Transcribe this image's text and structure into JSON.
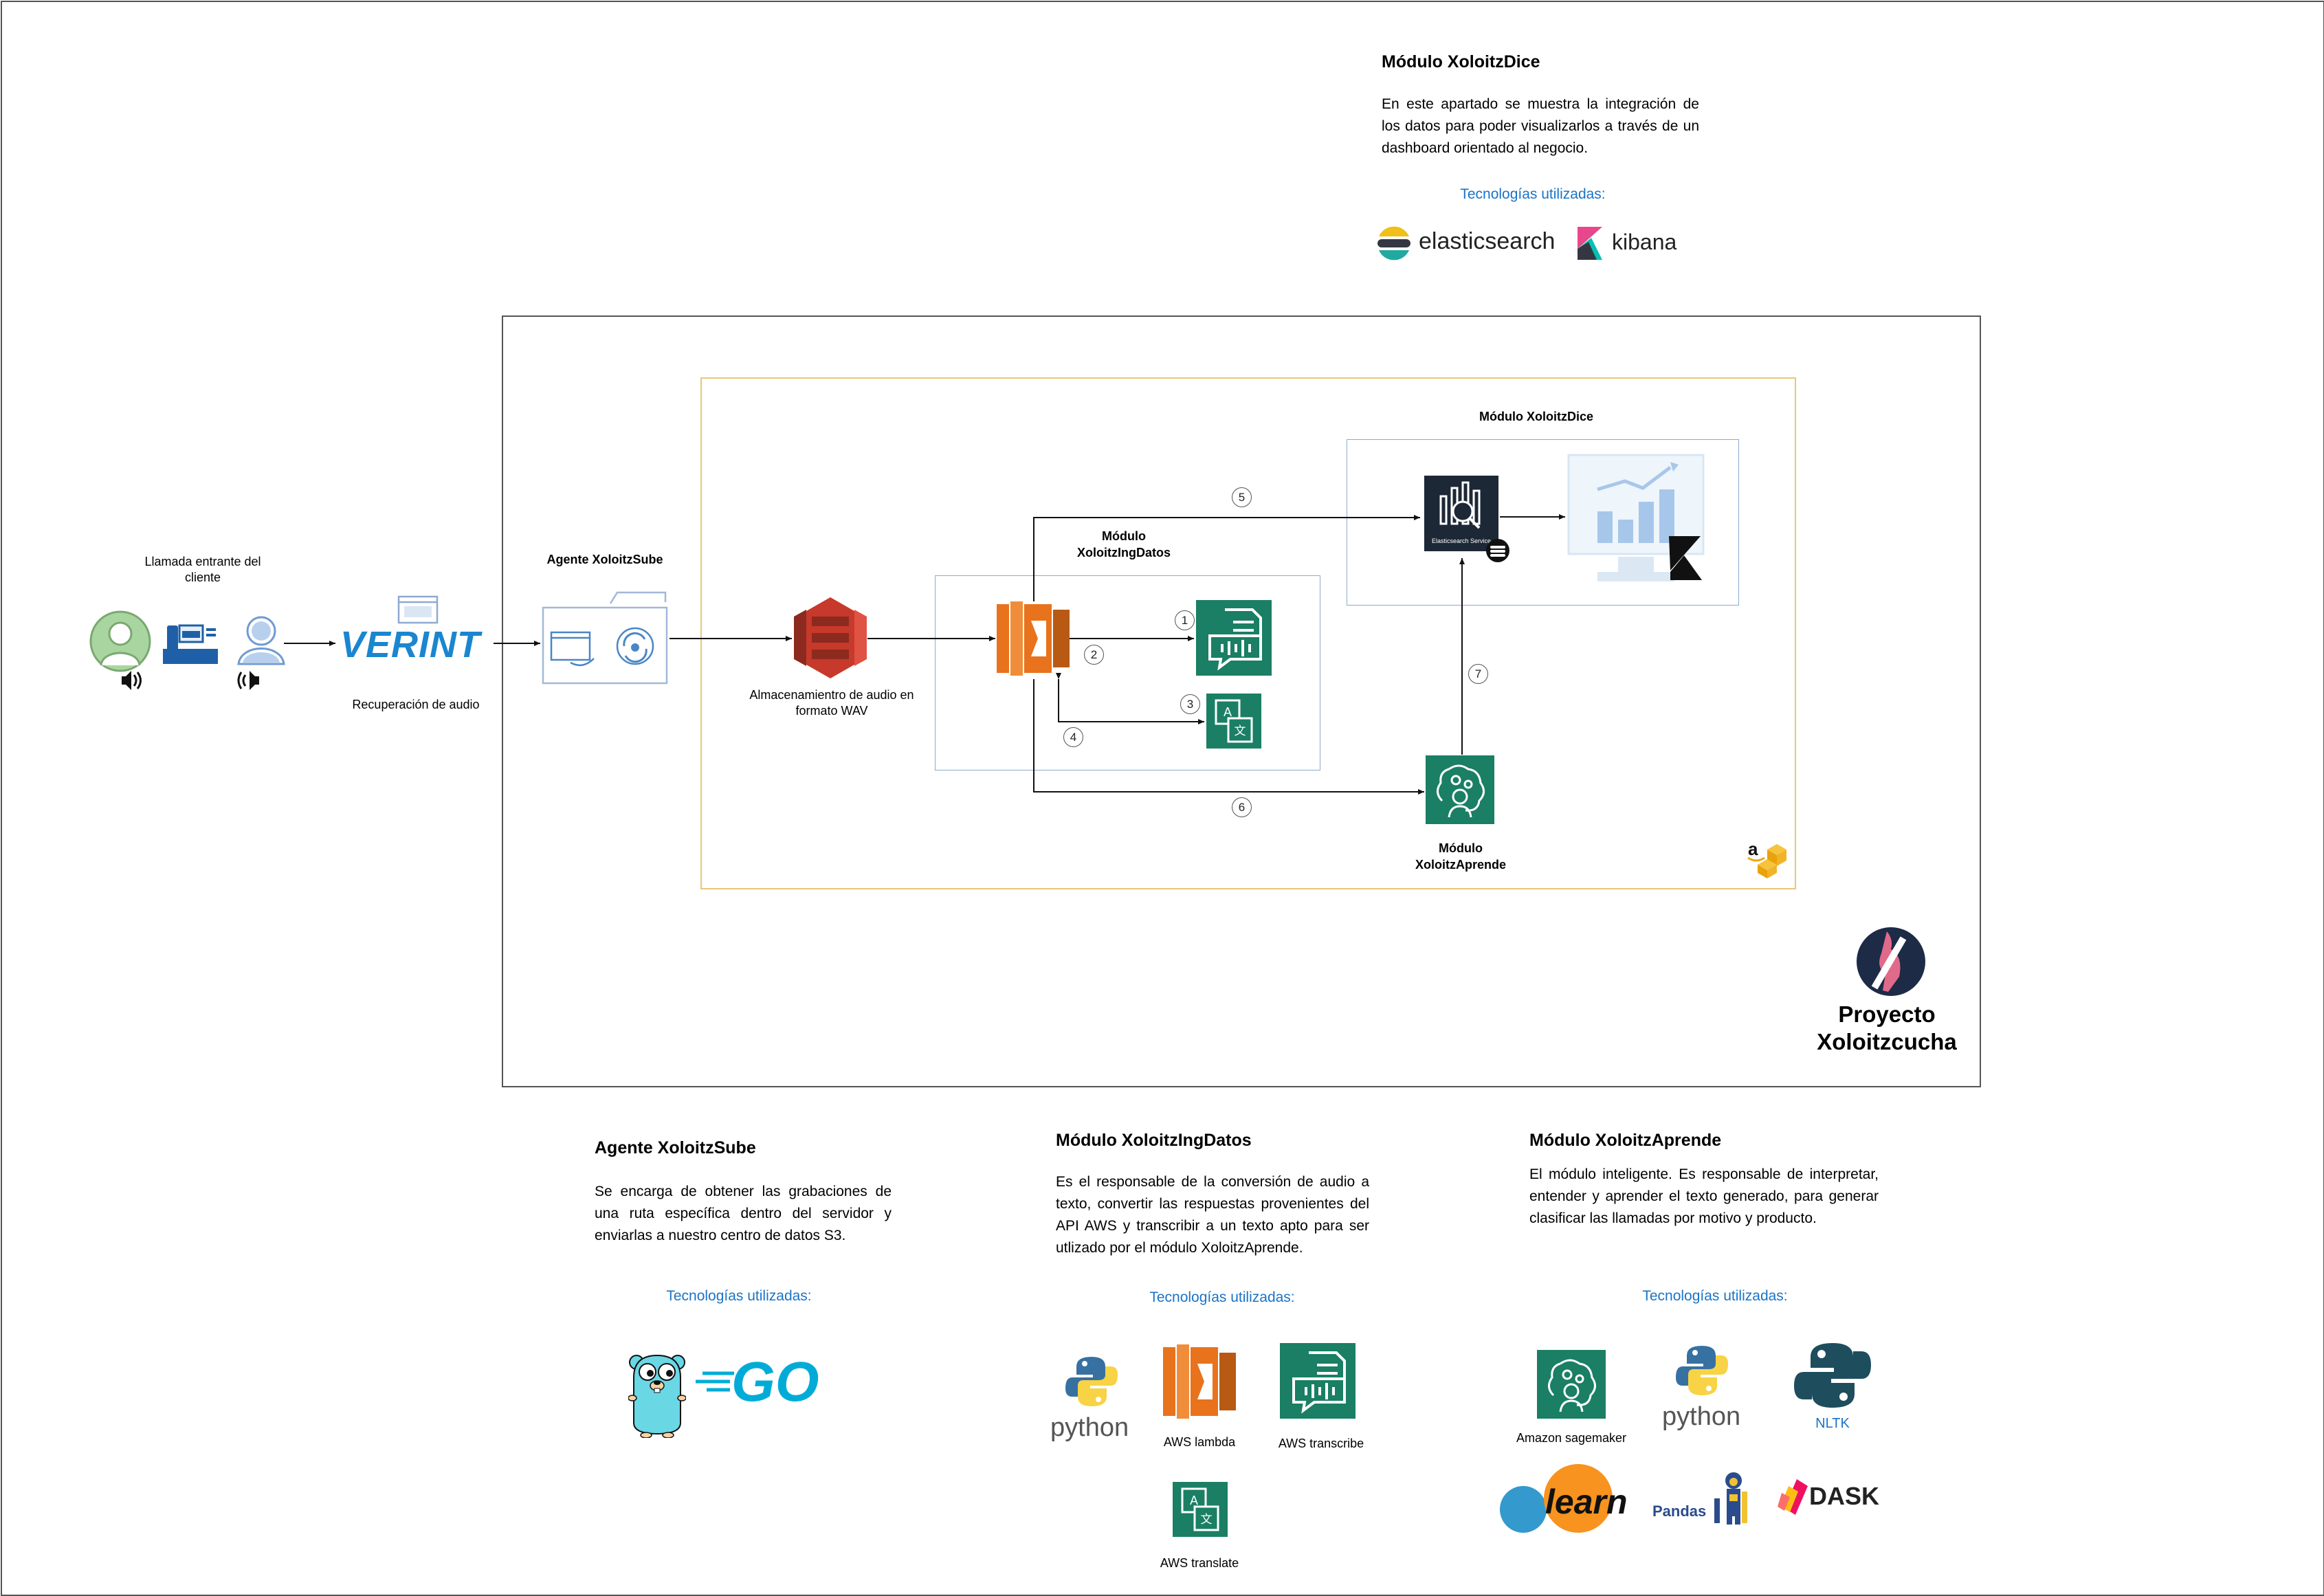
{
  "top_section": {
    "title": "Módulo XoloitzDice",
    "description": "En este apartado se muestra la integración de los datos para poder visualizarlos a través de un dashboard orientado al negocio.",
    "tech_label": "Tecnologías utilizadas:",
    "tech": [
      "elasticsearch",
      "kibana"
    ]
  },
  "diagram": {
    "client_label": "Llamada entrante del cliente",
    "verint_logo": "VERINT",
    "recovery_label": "Recuperación de audio",
    "agent_label": "Agente XoloitzSube",
    "storage_label": "Almacenamientro de audio en formato WAV",
    "ingdatos_label": "Módulo XoloitzIngDatos",
    "dice_label": "Módulo XoloitzDice",
    "es_caption": "Elasticsearch Service",
    "aprende_label": "Módulo XoloitzAprende",
    "steps": [
      "1",
      "2",
      "3",
      "4",
      "5",
      "6",
      "7"
    ],
    "project_title": "Proyecto Xoloitzcucha",
    "colors": {
      "aws_orange": "#e8731c",
      "aws_green": "#1a7f64",
      "s3_red": "#c7392a",
      "border_gold": "#e8c77a",
      "box_blue": "#8fa9cf",
      "icon_blue": "#4a86c5"
    }
  },
  "bottom": {
    "sube": {
      "title": "Agente XoloitzSube",
      "description": "Se encarga de obtener las grabaciones de una ruta específica dentro del servidor y enviarlas a nuestro centro de datos S3.",
      "tech_label": "Tecnologías utilizadas:",
      "tech": [
        "GO"
      ]
    },
    "ingdatos": {
      "title": "Módulo XoloitzIngDatos",
      "description": "Es el responsable de la conversión de audio a texto, convertir las respuestas provenientes del API AWS y transcribir a un texto apto para ser utlizado por el módulo XoloitzAprende.",
      "tech_label": "Tecnologías utilizadas:",
      "tech": [
        "python",
        "AWS lambda",
        "AWS transcribe",
        "AWS translate"
      ]
    },
    "aprende": {
      "title": "Módulo XoloitzAprende",
      "description": "El módulo inteligente. Es responsable de interpretar, entender y aprender el texto generado, para generar clasificar  las llamadas por motivo y producto.",
      "tech_label": "Tecnologías utilizadas:",
      "tech": [
        "Amazon sagemaker",
        "python",
        "NLTK",
        "learn",
        "Pandas",
        "DASK"
      ]
    }
  }
}
